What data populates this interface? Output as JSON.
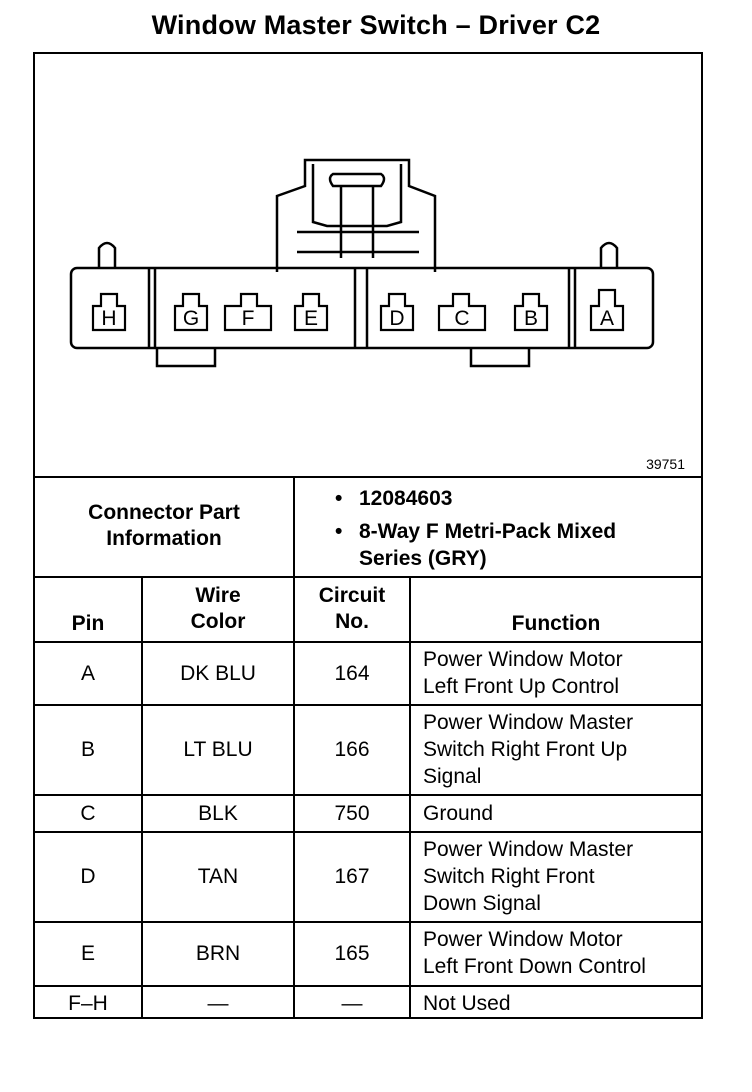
{
  "title": "Window Master Switch – Driver C2",
  "diagram": {
    "figure_id": "39751",
    "pin_labels": [
      "H",
      "G",
      "F",
      "E",
      "D",
      "C",
      "B",
      "A"
    ]
  },
  "connector_info": {
    "label_line1": "Connector Part",
    "label_line2": "Information",
    "bullet": "•",
    "part_number": "12084603",
    "description_line1": "8-Way F Metri-Pack Mixed",
    "description_line2": "Series (GRY)"
  },
  "table": {
    "headers": {
      "pin": "Pin",
      "wire_line1": "Wire",
      "wire_line2": "Color",
      "circuit_line1": "Circuit",
      "circuit_line2": "No.",
      "function": "Function"
    },
    "rows": [
      {
        "pin": "A",
        "wire": "DK BLU",
        "circuit": "164",
        "f1": "Power Window Motor",
        "f2": "Left Front Up Control",
        "f3": ""
      },
      {
        "pin": "B",
        "wire": "LT BLU",
        "circuit": "166",
        "f1": "Power Window Master",
        "f2": "Switch Right Front Up",
        "f3": "Signal"
      },
      {
        "pin": "C",
        "wire": "BLK",
        "circuit": "750",
        "f1": "Ground",
        "f2": "",
        "f3": ""
      },
      {
        "pin": "D",
        "wire": "TAN",
        "circuit": "167",
        "f1": "Power Window Master",
        "f2": "Switch Right Front",
        "f3": "Down Signal"
      },
      {
        "pin": "E",
        "wire": "BRN",
        "circuit": "165",
        "f1": "Power Window Motor",
        "f2": "Left Front Down Control",
        "f3": ""
      },
      {
        "pin": "F–H",
        "wire": "—",
        "circuit": "—",
        "f1": "Not Used",
        "f2": "",
        "f3": ""
      }
    ]
  }
}
